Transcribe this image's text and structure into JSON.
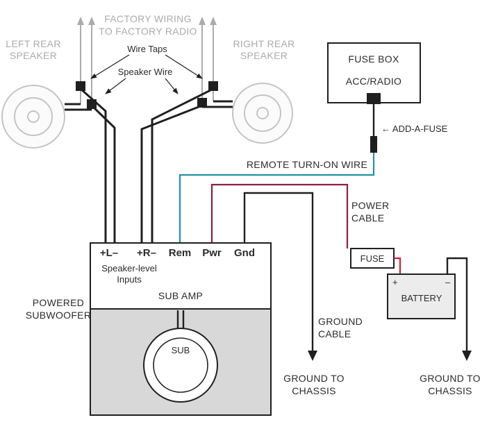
{
  "colors": {
    "remote": "#2191a7",
    "power": "#8e1f3e",
    "battery_wire": "#cd2030",
    "factory_gray": "#ababab",
    "ink": "#1f1f1f",
    "amp_fill": "#d8d8d8"
  },
  "labels": {
    "left_speaker_1": "LEFT REAR",
    "left_speaker_2": "SPEAKER",
    "right_speaker_1": "RIGHT REAR",
    "right_speaker_2": "SPEAKER",
    "factory_1": "FACTORY WIRING",
    "factory_2": "TO FACTORY RADIO",
    "wire_taps": "Wire Taps",
    "speaker_wire": "Speaker Wire",
    "fuse_box_1": "FUSE BOX",
    "fuse_box_2": "ACC/RADIO",
    "add_a_fuse": "← ADD-A-FUSE",
    "remote_turn_on": "REMOTE TURN-ON WIRE",
    "power_1": "POWER",
    "power_2": "CABLE",
    "fuse": "FUSE",
    "battery": "BATTERY",
    "battery_plus": "+",
    "battery_minus": "–",
    "powered_sub_1": "POWERED",
    "powered_sub_2": "SUBWOOFER",
    "speaker_level_1": "Speaker-level",
    "speaker_level_2": "Inputs",
    "sub_amp": "SUB AMP",
    "sub": "SUB",
    "ground_cable_1": "GROUND",
    "ground_cable_2": "CABLE",
    "ground_chassis_1": "GROUND TO",
    "ground_chassis_2": "CHASSIS"
  },
  "amp": {
    "terminals": [
      {
        "label": "+L–",
        "color": "#1f1f1f"
      },
      {
        "label": "+R–",
        "color": "#1f1f1f"
      },
      {
        "label": "Rem",
        "color": "#2191a7"
      },
      {
        "label": "Pwr",
        "color": "#8e1f3e"
      },
      {
        "label": "Gnd",
        "color": "#1f1f1f"
      }
    ]
  }
}
